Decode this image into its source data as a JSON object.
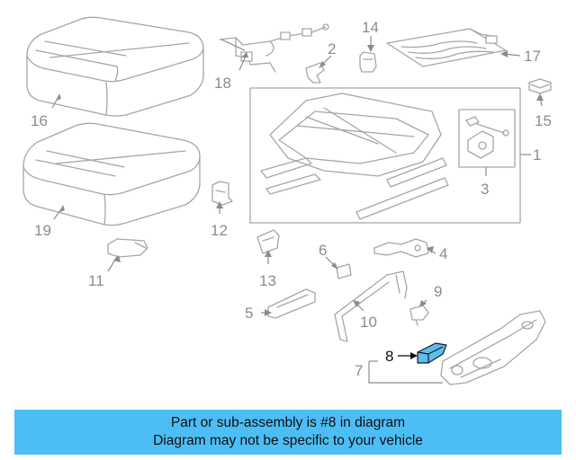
{
  "diagram": {
    "callouts": [
      "1",
      "2",
      "3",
      "4",
      "5",
      "6",
      "7",
      "8",
      "9",
      "10",
      "11",
      "12",
      "13",
      "14",
      "15",
      "16",
      "17",
      "18",
      "19"
    ],
    "highlighted_callout": "8",
    "colors": {
      "line": "#a6a6a6",
      "label": "#8c8c8c",
      "highlight_fill": "#5fbdf0",
      "banner": "#4dbdf5"
    }
  },
  "banner": {
    "line1": "Part or sub-assembly is #8 in diagram",
    "line2": "Diagram may not be specific to your vehicle"
  }
}
